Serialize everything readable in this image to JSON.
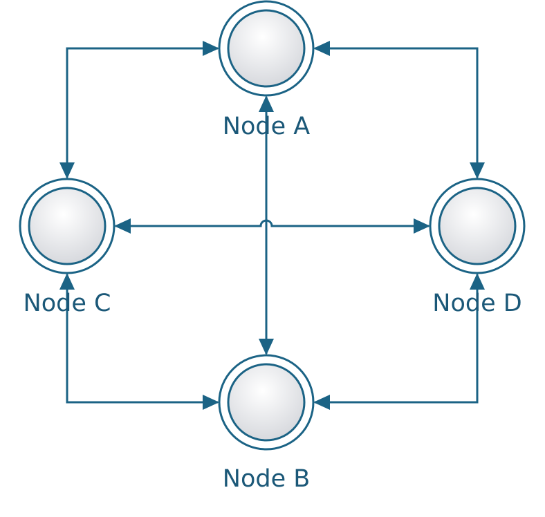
{
  "diagram": {
    "colors": {
      "line": "#1b6385",
      "node_fill_center": "#ffffff",
      "node_fill_edge": "#d4d6db",
      "label": "#1b5878"
    },
    "nodes": [
      {
        "id": "A",
        "label": "Node A"
      },
      {
        "id": "B",
        "label": "Node B"
      },
      {
        "id": "C",
        "label": "Node C"
      },
      {
        "id": "D",
        "label": "Node D"
      }
    ],
    "connections": [
      {
        "from": "C",
        "to": "A",
        "bidirectional": true
      },
      {
        "from": "A",
        "to": "D",
        "bidirectional": true
      },
      {
        "from": "C",
        "to": "B",
        "bidirectional": true
      },
      {
        "from": "D",
        "to": "B",
        "bidirectional": true
      },
      {
        "from": "A",
        "to": "B",
        "bidirectional": true
      },
      {
        "from": "C",
        "to": "D",
        "bidirectional": true
      }
    ]
  }
}
